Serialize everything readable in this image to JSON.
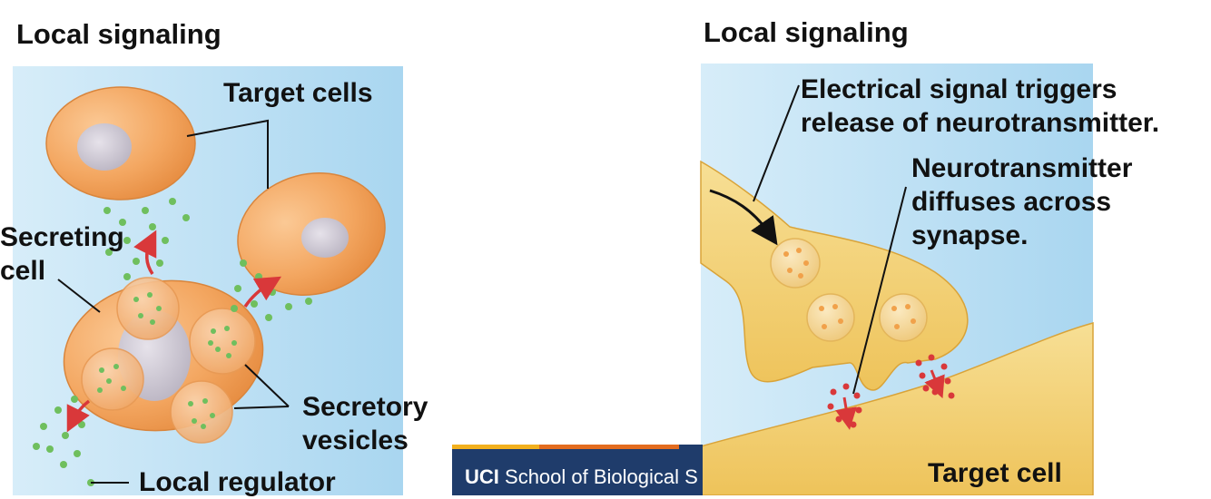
{
  "left_panel": {
    "title": "Local signaling",
    "labels": {
      "target_cells": "Target cells",
      "secreting_cell_line1": "Secreting",
      "secreting_cell_line2": "cell",
      "secretory_vesicles_line1": "Secretory",
      "secretory_vesicles_line2": "vesicles",
      "local_regulator": "Local regulator"
    }
  },
  "right_panel": {
    "title": "Local signaling",
    "labels": {
      "electrical_line1": "Electrical signal triggers",
      "electrical_line2": "release of neurotransmitter.",
      "neuro_line1": "Neurotransmitter",
      "neuro_line2": "diffuses across",
      "neuro_line3": "synapse.",
      "target_cell": "Target cell"
    }
  },
  "footer": {
    "brand": "UCI",
    "text": "School of Biological S"
  },
  "colors": {
    "panel_bg": "#cfe8f6",
    "cell": "#f2a45d",
    "nucleus": "#c9c4cf",
    "neuron": "#f3d277",
    "signal_dots_left": "#6fbf5e",
    "signal_dots_right": "#d9383a",
    "arrow": "#d9383a",
    "footer_bg": "#1f3c6b"
  }
}
